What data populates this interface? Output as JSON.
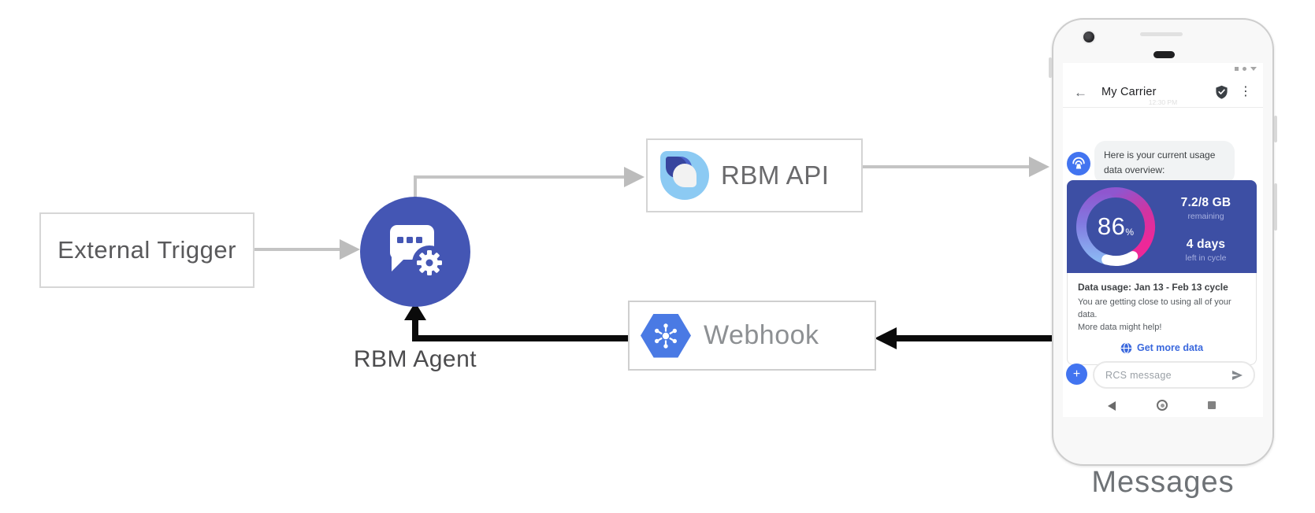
{
  "nodes": {
    "external_trigger": "External Trigger",
    "rbm_agent": "RBM Agent",
    "rbm_api": "RBM API",
    "webhook": "Webhook",
    "messages_label": "Messages"
  },
  "phone": {
    "header": {
      "back_icon": "←",
      "title": "My Carrier",
      "timestamp": "12:30 PM",
      "menu_icon": "⋮"
    },
    "chat": {
      "agent_message": "Here is your current usage data overview:",
      "card": {
        "percent_value": "86",
        "percent_unit": "%",
        "amount": "7.2/8 GB",
        "amount_label": "remaining",
        "days": "4 days",
        "days_label": "left in cycle",
        "usage_title": "Data usage: Jan 13 - Feb 13 cycle",
        "usage_body_line1": "You are getting close to using all of your data.",
        "usage_body_line2": "More data might help!",
        "action_label": "Get more data"
      }
    },
    "composer": {
      "plus_icon": "+",
      "placeholder": "RCS message"
    }
  },
  "icons": {
    "agent": "chat-bubble-gear-icon",
    "api": "rbm-teardrop-logo",
    "webhook": "hexagon-hub-icon",
    "avatar": "hotspot-wifi-icon",
    "verified": "shield-check-icon",
    "action": "globe-icon",
    "send": "send-icon"
  },
  "colors": {
    "agent_circle": "#4456b4",
    "card_blue": "#3d4fa4",
    "webhook_hex": "#4a7ae4",
    "api_logo_light": "#8ccaf3",
    "avatar_blue": "#4274f0",
    "action_blue": "#3a68dd",
    "gauge_gradient_start": "#8bb7f3",
    "gauge_gradient_mid": "#8f56cf",
    "gauge_gradient_end": "#ee2898",
    "arrow_gray": "#c4c4c4",
    "arrow_black": "#0b0b0b"
  }
}
